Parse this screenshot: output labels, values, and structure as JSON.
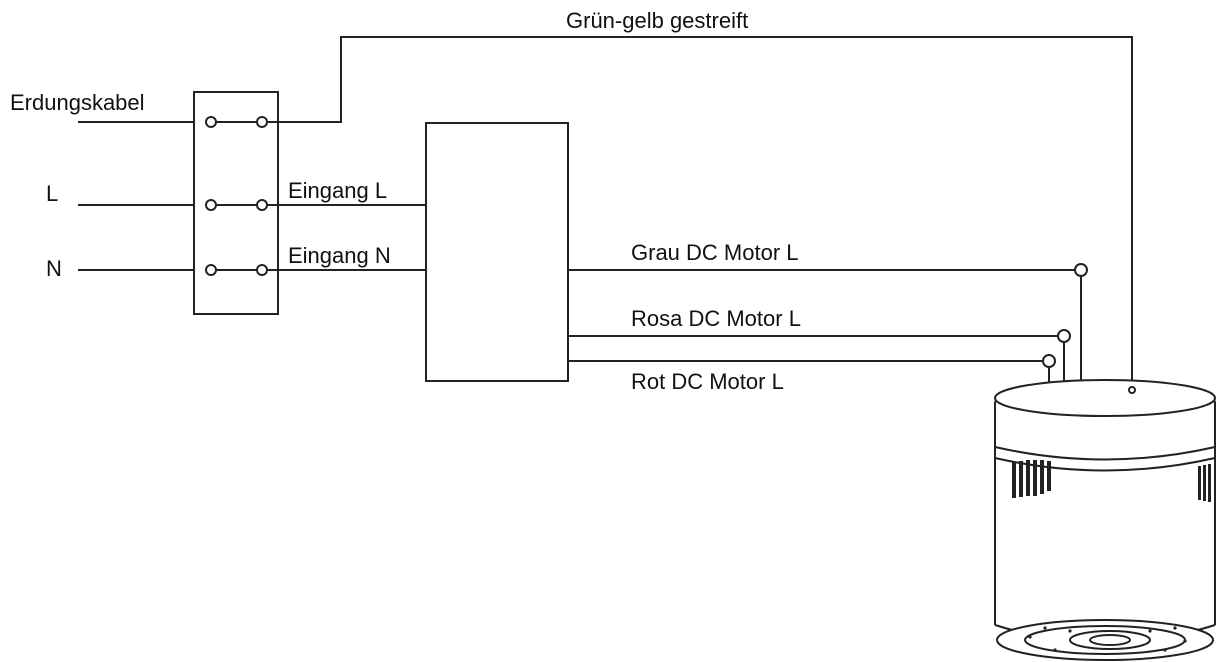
{
  "labels": {
    "ground_cable": "Erdungskabel",
    "line_in": "L",
    "neutral_in": "N",
    "input_l": "Eingang L",
    "input_n": "Eingang N",
    "ground_stripe": "Grün-gelb gestreift",
    "grey_wire": "Grau DC Motor L",
    "pink_wire": "Rosa DC Motor L",
    "red_wire": "Rot DC Motor L"
  }
}
